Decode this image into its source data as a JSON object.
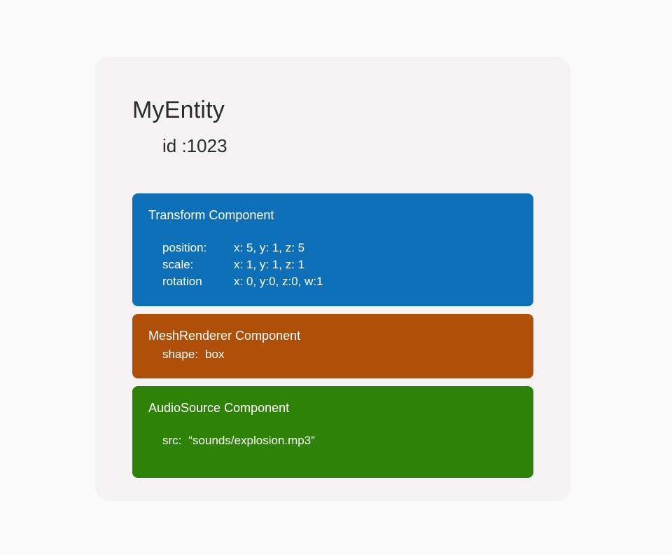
{
  "entity": {
    "title": "MyEntity",
    "id_label": "id :1023"
  },
  "colors": {
    "page_background": "#fafafa",
    "card_background": "#f4f2f3",
    "transform_block": "#0d6fb8",
    "mesh_block": "#b05008",
    "audio_block": "#2e8207",
    "heading_text": "#ffffff",
    "title_text": "#2b2b2b"
  },
  "components": [
    {
      "name": "Transform Component",
      "properties": [
        {
          "key": "position:",
          "value": "x: 5, y: 1, z: 5"
        },
        {
          "key": "scale:",
          "value": "x: 1, y: 1, z: 1"
        },
        {
          "key": "rotation",
          "value": "x: 0, y:0, z:0, w:1"
        }
      ]
    },
    {
      "name": "MeshRenderer Component",
      "properties": [
        {
          "key": "shape:",
          "value": "box"
        }
      ]
    },
    {
      "name": "AudioSource Component",
      "properties": [
        {
          "key": "src:",
          "value": "“sounds/explosion.mp3”"
        }
      ]
    }
  ]
}
